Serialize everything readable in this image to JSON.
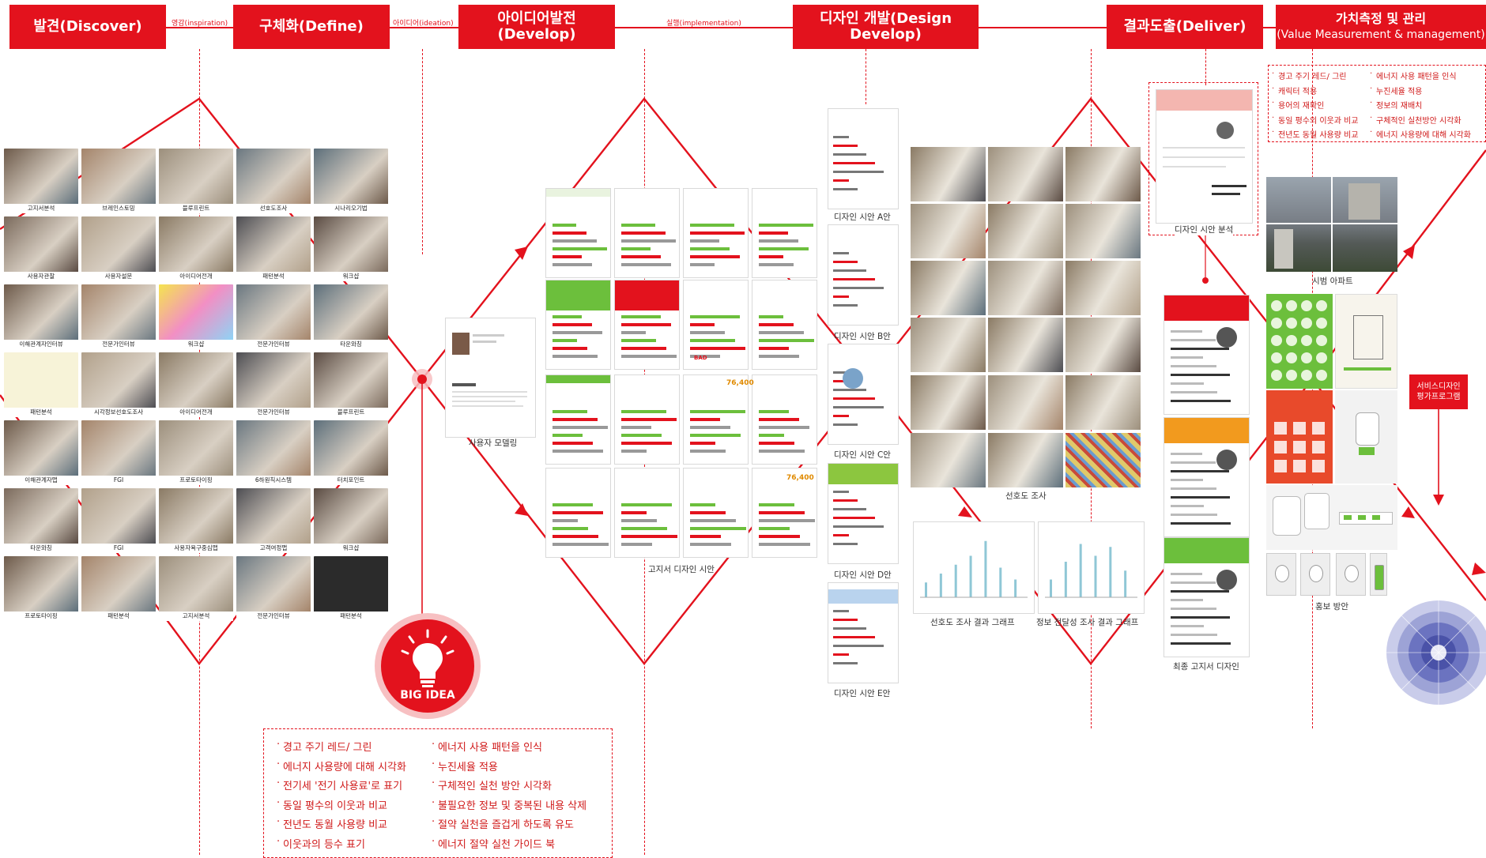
{
  "phases": [
    {
      "label": "발견(Discover)"
    },
    {
      "label": "구체화(Define)"
    },
    {
      "label": "아이디어발전(Develop)"
    },
    {
      "label": "디자인 개발(Design Develop)"
    },
    {
      "label": "결과도출(Deliver)"
    },
    {
      "label": "가치측정 및 관리",
      "sublabel": "(Value Measurement & management)"
    }
  ],
  "connectors": [
    "영감(inspiration)",
    "아이디어(ideation)",
    "실행(implementation)"
  ],
  "discover_tiles": [
    "고지서분석",
    "브레인스토밍",
    "블루프린트",
    "선호도조사",
    "시나리오기법",
    "사용자관찰",
    "사용자설문",
    "아이디어전개",
    "패턴분석",
    "워크샵",
    "이해관계자인터뷰",
    "전문가인터뷰",
    "워크샵",
    "전문가인터뷰",
    "타운와칭",
    "패턴분석",
    "시각정보선호도조사",
    "아이디어전개",
    "전문가인터뷰",
    "블루프린트",
    "이해관계자맵",
    "FGI",
    "프로토타이핑",
    "6하원칙시스템",
    "터치포인트",
    "타운와칭",
    "FGI",
    "사용자욕구중심맵",
    "고객여정맵",
    "워크샵",
    "프로토타이핑",
    "패턴분석",
    "고지서분석",
    "전문가인터뷰",
    "패턴분석"
  ],
  "labels": {
    "user_modeling": "사용자 모델링",
    "bill_draft": "고지서 디자인 시안",
    "design_a": "디자인 시안 A안",
    "design_b": "디자인 시안 B안",
    "design_c": "디자인 시안 C안",
    "design_d": "디자인 시안 D안",
    "design_e": "디자인 시안 E안",
    "preference_survey": "선호도 조사",
    "preference_graph": "선호도 조사 결과 그래프",
    "delivery_graph": "정보 전달성 조사 결과 그래프",
    "design_analysis": "디자인 시안 분석",
    "final_bill": "최종 고지서 디자인",
    "pilot_apartment": "시범 아파트",
    "promotion": "홍보 방안",
    "big_idea": "BIG IDEA",
    "service_badge": "서비스디자인 평가프로그램",
    "bill_amount_1": "76,400",
    "bill_amount_2": "76,400",
    "bad": "BAD"
  },
  "big_idea_box": {
    "left": [
      "경고 주기 레드/ 그린",
      "에너지 사용량에 대해 시각화",
      "전기세 '전기 사용료'로 표기",
      "동일 평수의 이웃과 비교",
      "전년도 동월 사용량 비교",
      "이웃과의 등수 표기"
    ],
    "right": [
      "에너지 사용 패턴을 인식",
      "누진세율 적용",
      "구체적인 실천 방안 시각화",
      "불필요한 정보 및 중복된 내용 삭제",
      "절약 실천을 즐겁게 하도록 유도",
      "에너지 절약 실천 가이드 북"
    ]
  },
  "value_box": {
    "left": [
      "경고 주기 레드/ 그린",
      "캐릭터 적용",
      "용어의 재확인",
      "동일 평수의 이웃과 비교",
      "전년도 동월 사용량 비교"
    ],
    "right": [
      "에너지 사용 패턴을 인식",
      "누진세율 적용",
      "정보의 재배치",
      "구체적인 실천방안 시각화",
      "에너지 사용량에 대해 시각화"
    ]
  },
  "colors": {
    "accent": "#e3121d",
    "green": "#6cbf3c",
    "orange": "#f29a1e",
    "blue": "#8fb8e0"
  }
}
